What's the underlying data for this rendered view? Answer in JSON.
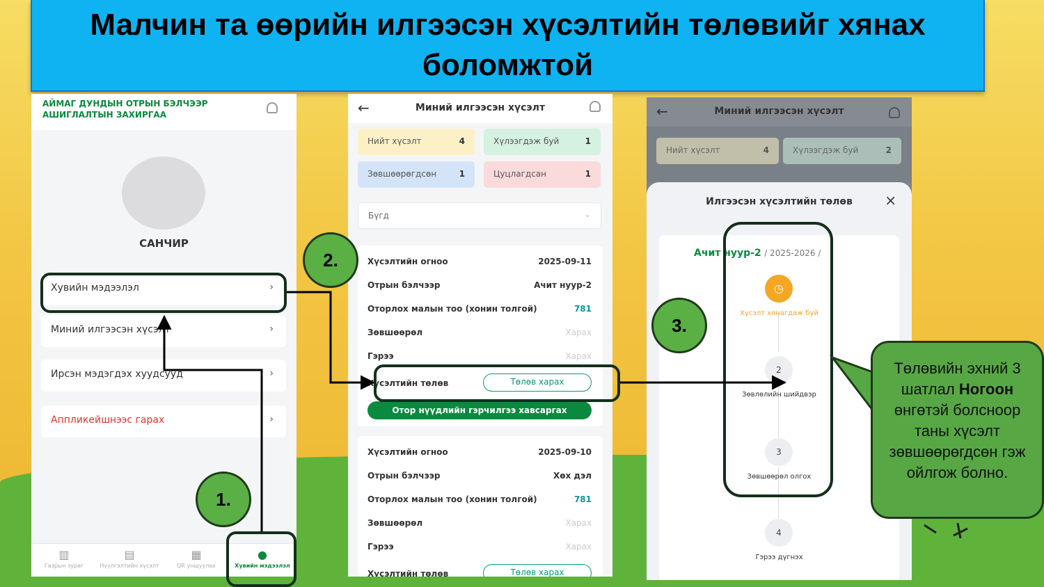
{
  "slide": {
    "title": "Малчин та өөрийн илгээсэн хүсэлтийн төлөвийг хянах боломжтой",
    "callout_pre": "Төлөвийн эхний 3 шатлал ",
    "callout_bold": "Ногоон",
    "callout_post": " өнгөтэй болсноор таны хүсэлт зөвшөөрөгдсөн гэж ойлгож болно.",
    "badges": [
      "1.",
      "2.",
      "3."
    ],
    "colors": {
      "banner": "#0fb3f2",
      "grass": "#5fb33a",
      "badge": "#5ab045",
      "brand_green": "#0a8a3f"
    }
  },
  "phone1": {
    "brand": "АЙМАГ ДУНДЫН ОТРЫН БЭЛЧЭЭР АШИГЛАЛТЫН ЗАХИРГАА",
    "user_name": "САНЧИР",
    "menu": [
      {
        "label": "Хувийн мэдээлэл"
      },
      {
        "label": "Миний илгээсэн хүсэлт"
      },
      {
        "label": "Ирсэн мэдэгдэх хуудсууд"
      },
      {
        "label": "Аппликейшнээс гарах"
      }
    ],
    "tabs": [
      {
        "label": "Газрын зураг",
        "icon": "map-icon"
      },
      {
        "label": "Нүүлгэлтийн хүсэлт",
        "icon": "request-icon"
      },
      {
        "label": "QR уншуулах",
        "icon": "qr-icon"
      },
      {
        "label": "Хувийн мэдээлэл",
        "icon": "user-icon"
      }
    ]
  },
  "phone2": {
    "title": "Миний илгээсэн хүсэлт",
    "stats": [
      {
        "label": "Нийт хүсэлт",
        "count": "4"
      },
      {
        "label": "Хүлээгдэж буй",
        "count": "1"
      },
      {
        "label": "Зөвшөөрөгдсөн",
        "count": "1"
      },
      {
        "label": "Цуцлагдсан",
        "count": "1"
      }
    ],
    "filter": "Бүгд",
    "cards": [
      {
        "rows": [
          {
            "label": "Хүсэлтийн огноо",
            "value": "2025-09-11"
          },
          {
            "label": "Отрын бэлчээр",
            "value": "Ачит нуур-2"
          },
          {
            "label": "Оторлох малын тоо (хонин толгой)",
            "value": "781"
          },
          {
            "label": "Зөвшөөрөл",
            "value": "Харах"
          },
          {
            "label": "Гэрээ",
            "value": "Харах"
          },
          {
            "label": "Хүсэлтийн төлөв",
            "value": "Төлөв харах"
          }
        ],
        "button": "Отор нүүдлийн гэрчилгээ хавсаргах"
      },
      {
        "rows": [
          {
            "label": "Хүсэлтийн огноо",
            "value": "2025-09-10"
          },
          {
            "label": "Отрын бэлчээр",
            "value": "Хөх дэл"
          },
          {
            "label": "Оторлох малын тоо (хонин толгой)",
            "value": "781"
          },
          {
            "label": "Зөвшөөрөл",
            "value": "Харах"
          },
          {
            "label": "Гэрээ",
            "value": "Харах"
          },
          {
            "label": "Хүсэлтийн төлөв",
            "value": "Төлөв харах"
          }
        ]
      }
    ]
  },
  "phone3": {
    "title": "Миний илгээсэн хүсэлт",
    "stats": [
      {
        "label": "Нийт хүсэлт",
        "count": "4"
      },
      {
        "label": "Хүлээгдэж буй",
        "count": "2"
      }
    ],
    "sheet_title": "Илгээсэн хүсэлтийн төлөв",
    "location": "Ачит нуур-2",
    "season": "/ 2025-2026 /",
    "steps": [
      {
        "num": "◷",
        "label": "Хүсэлт хянагдаж буй"
      },
      {
        "num": "2",
        "label": "Зөвлөлийн шийдвэр"
      },
      {
        "num": "3",
        "label": "Зөвшөөрөл олгох"
      },
      {
        "num": "4",
        "label": "Гэрээ дүгнэх"
      }
    ]
  }
}
